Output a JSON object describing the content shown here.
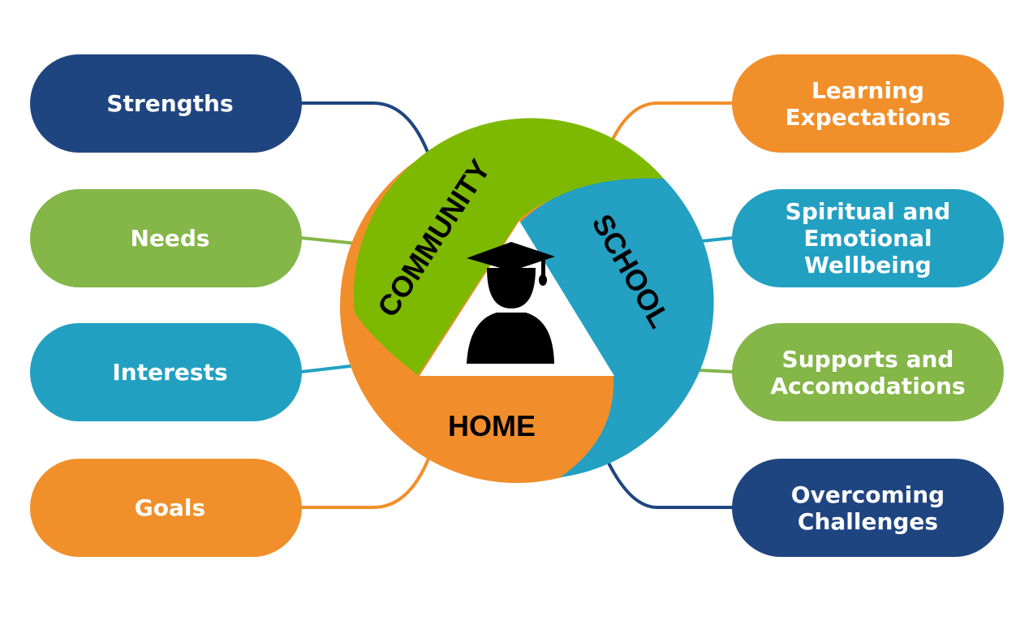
{
  "colors": {
    "dark_blue": "#1F4581",
    "light_green": "#84B648",
    "teal": "#22A0C2",
    "orange": "#F18F2A",
    "ring_green": "#7DB900",
    "ring_teal": "#23A0C2",
    "ring_orange": "#F18E2B",
    "center_white": "#FFFFFF",
    "icon_black": "#000000"
  },
  "left_items": [
    {
      "label": "Strengths",
      "color": "#1F4581"
    },
    {
      "label": "Needs",
      "color": "#84B648"
    },
    {
      "label": "Interests",
      "color": "#22A0C2"
    },
    {
      "label": "Goals",
      "color": "#F18F2A"
    }
  ],
  "right_items": [
    {
      "lines": [
        "Learning",
        "Expectations"
      ],
      "color": "#F18F2A"
    },
    {
      "lines": [
        "Spiritual and",
        "Emotional",
        "Wellbeing"
      ],
      "color": "#22A0C2"
    },
    {
      "lines": [
        "Supports and",
        "Accomodations"
      ],
      "color": "#84B648"
    },
    {
      "lines": [
        "Overcoming",
        "Challenges"
      ],
      "color": "#1F4581"
    }
  ],
  "center": {
    "community": "COMMUNITY",
    "school": "SCHOOL",
    "home": "HOME",
    "icon": "graduate-icon"
  }
}
